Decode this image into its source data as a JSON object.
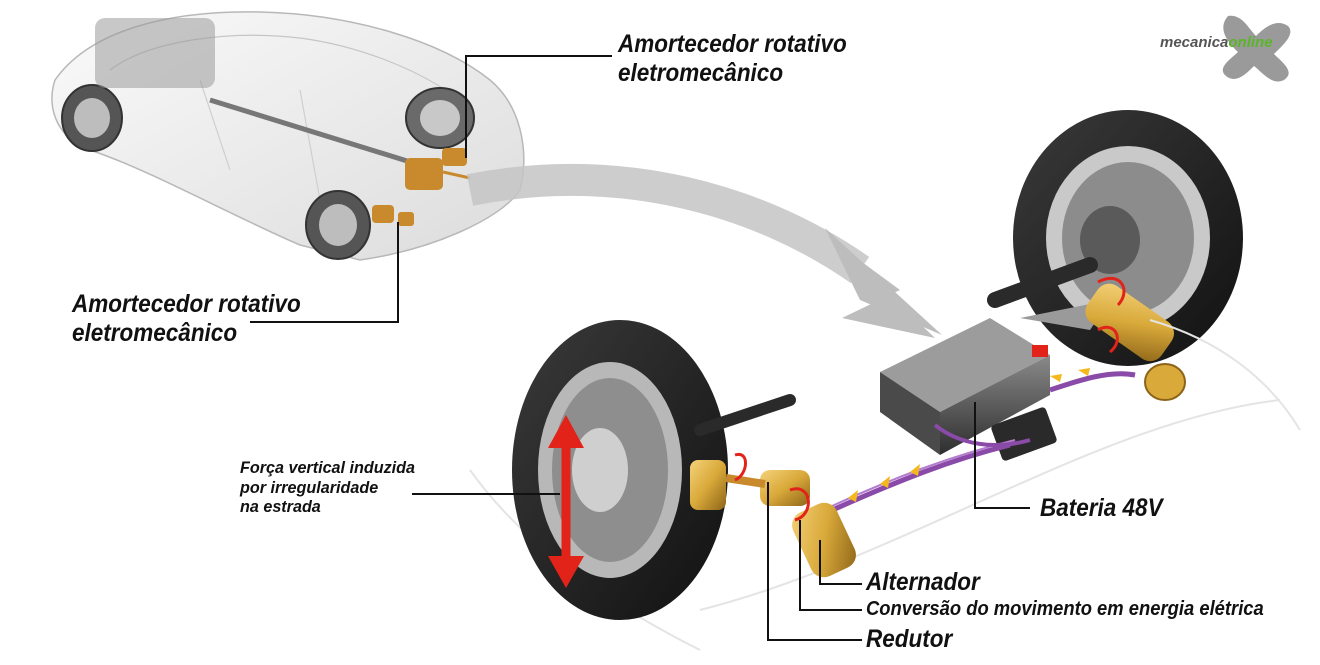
{
  "labels": {
    "shock_top_1": "Amortecedor rotativo",
    "shock_top_2": "eletromecânico",
    "shock_left_1": "Amortecedor rotativo",
    "shock_left_2": "eletromecânico",
    "force_1": "Força vertical induzida",
    "force_2": "por irregularidade",
    "force_3": "na estrada",
    "battery": "Bateria 48V",
    "alternator": "Alternador",
    "conversion": "Conversão do movimento em energia elétrica",
    "reducer": "Redutor"
  },
  "logo": {
    "part_a": "mecanica",
    "part_b": "online"
  },
  "colors": {
    "copper": "#c98a2e",
    "gold": "#d9a93a",
    "cable": "#8a4aa8",
    "arrow_red": "#e2231a",
    "arrow_yellow": "#f4b81c",
    "flow_arrow": "#b8b8b8"
  }
}
